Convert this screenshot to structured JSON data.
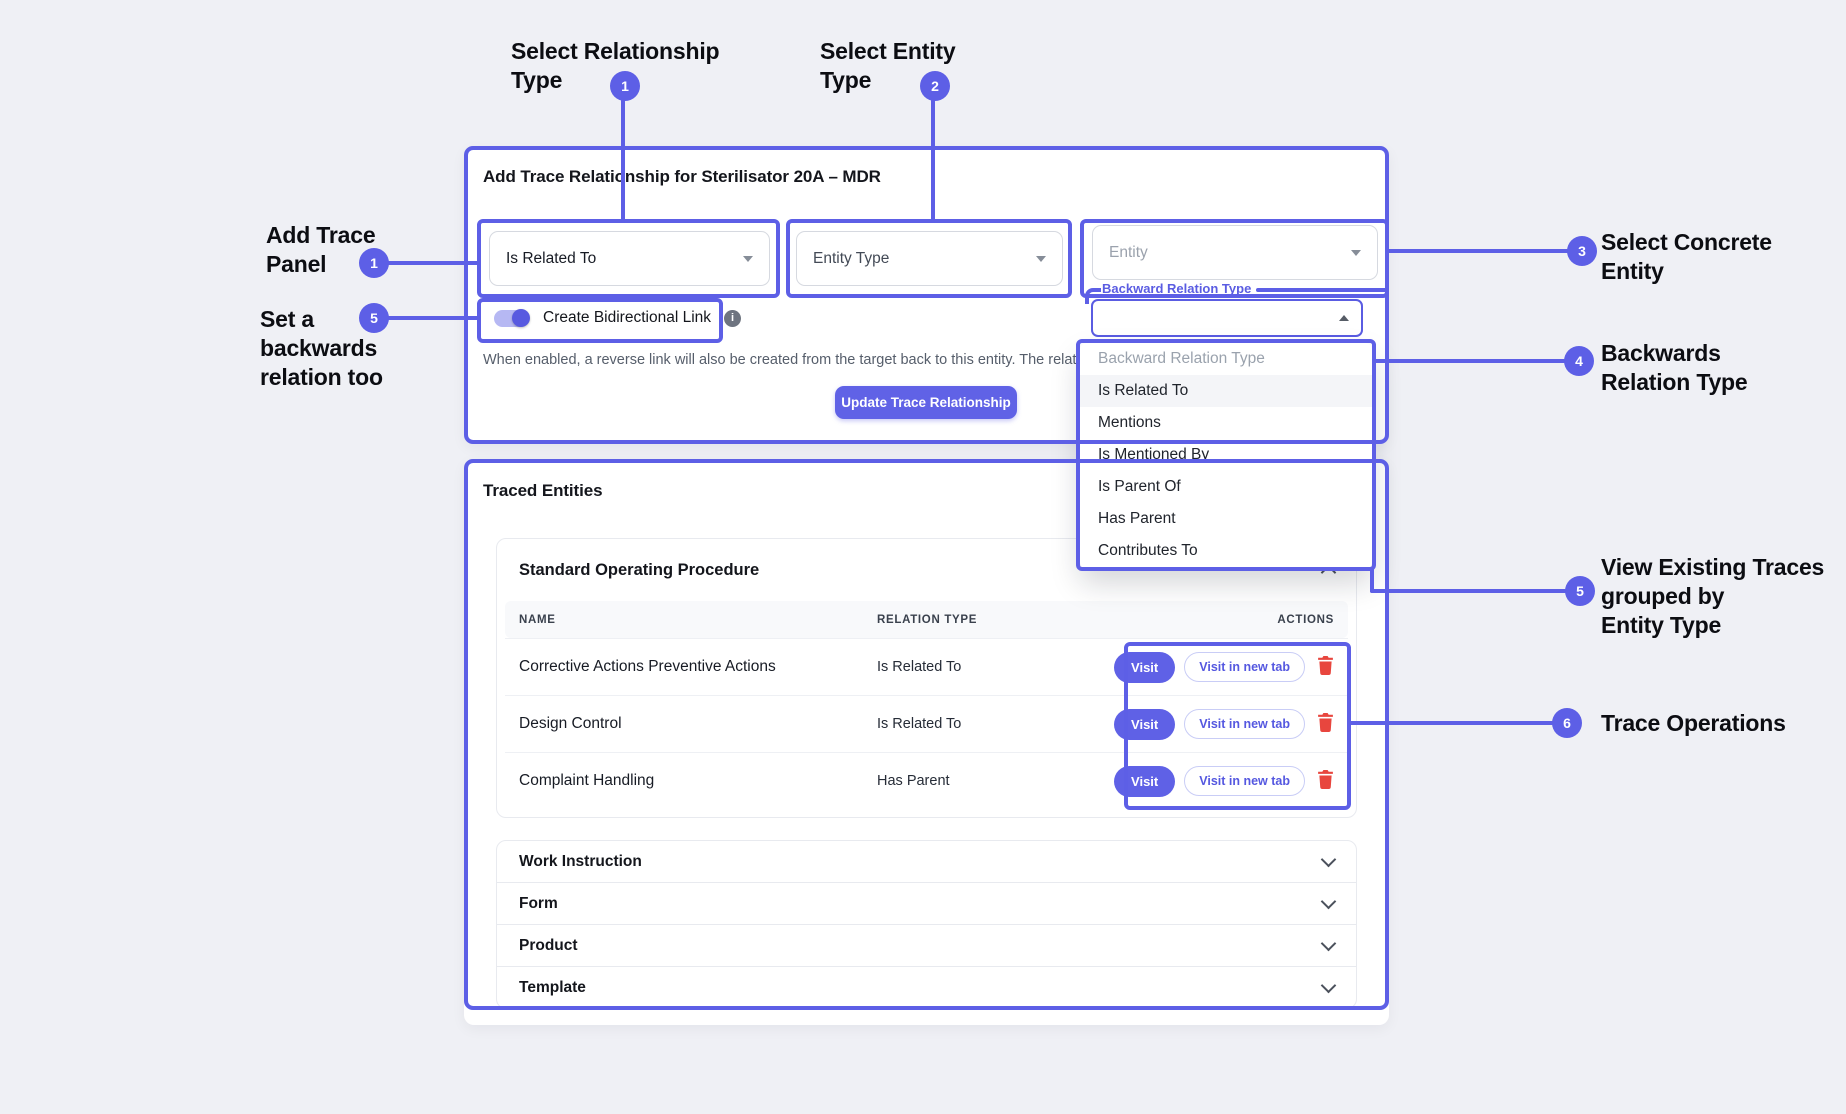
{
  "colors": {
    "accent": "#5d5fe6",
    "primary_button": "#6062e6",
    "danger": "#e8463e",
    "page_bg": "#eff0f5"
  },
  "callouts": {
    "select_relationship": {
      "badge": "1",
      "line1": "Select Relationship",
      "line2": "Type"
    },
    "select_entity": {
      "badge": "2",
      "line1": "Select Entity",
      "line2": "Type"
    },
    "add_trace": {
      "badge": "1",
      "line1": "Add Trace",
      "line2": "Panel"
    },
    "set_backwards": {
      "badge": "5",
      "line1": "Set a",
      "line2": "backwards",
      "line3": "relation too"
    },
    "select_concrete": {
      "badge": "3",
      "line1": "Select Concrete",
      "line2": "Entity"
    },
    "backwards_type": {
      "badge": "4",
      "line1": "Backwards",
      "line2": "Relation Type"
    },
    "view_existing": {
      "badge": "5",
      "line1": "View Existing Traces",
      "line2": "grouped by",
      "line3": "Entity Type"
    },
    "trace_operations": {
      "badge": "6",
      "line1": "Trace Operations"
    }
  },
  "trace_panel": {
    "title": "Add Trace Relationship for Sterilisator 20A – MDR",
    "relationship_type": {
      "value": "Is Related To"
    },
    "entity_type": {
      "placeholder": "Entity Type"
    },
    "entity": {
      "placeholder": "Entity"
    },
    "bidirectional": {
      "label": "Create Bidirectional Link",
      "enabled": true,
      "info_icon": "i"
    },
    "helper_text": "When enabled, a reverse link will also be created from the target back to this entity. The relation type for the re",
    "update_button": "Update Trace Relationship",
    "backward_relation": {
      "label": "Backward Relation Type",
      "placeholder": "Backward Relation Type",
      "options": [
        "Is Related To",
        "Mentions",
        "Is Mentioned By",
        "Is Parent Of",
        "Has Parent",
        "Contributes To"
      ]
    }
  },
  "traced_entities": {
    "title": "Traced Entities",
    "columns": [
      "NAME",
      "RELATION TYPE",
      "ACTIONS"
    ],
    "expanded_group": {
      "name": "Standard Operating Procedure",
      "rows": [
        {
          "name": "Corrective Actions Preventive Actions",
          "relation": "Is Related To"
        },
        {
          "name": "Design Control",
          "relation": "Is Related To"
        },
        {
          "name": "Complaint Handling",
          "relation": "Has Parent"
        }
      ]
    },
    "actions": {
      "visit": "Visit",
      "visit_new_tab": "Visit in new tab"
    },
    "collapsed_groups": [
      "Work Instruction",
      "Form",
      "Product",
      "Template"
    ]
  }
}
